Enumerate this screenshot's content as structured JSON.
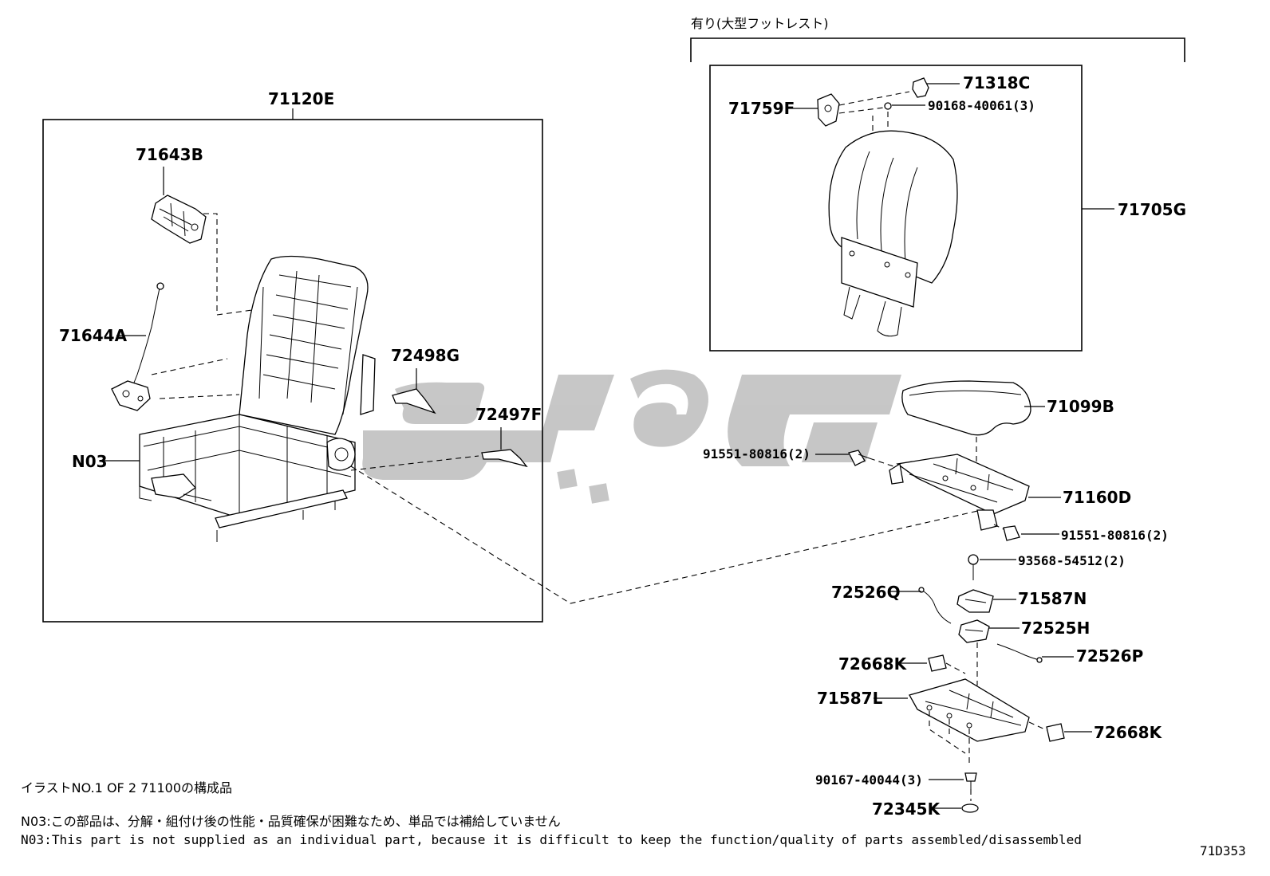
{
  "diagram": {
    "optional_group_label": "有り(大型フットレスト)",
    "part_labels": {
      "seat_assembly": "71120E",
      "p71643B": "71643B",
      "p71644A": "71644A",
      "pN03": "N03",
      "p72498G": "72498G",
      "p72497F": "72497F",
      "p71318C": "71318C",
      "p71759F": "71759F",
      "p90168": "90168-40061(3)",
      "p71705G": "71705G",
      "p71099B": "71099B",
      "p91551_a": "91551-80816(2)",
      "p71160D": "71160D",
      "p91551_b": "91551-80816(2)",
      "p93568": "93568-54512(2)",
      "p72526Q": "72526Q",
      "p71587N": "71587N",
      "p72525H": "72525H",
      "p72526P": "72526P",
      "p72668K_a": "72668K",
      "p71587L": "71587L",
      "p72668K_b": "72668K",
      "p90167": "90167-40044(3)",
      "p72345K": "72345K"
    },
    "notes": {
      "illustration": "イラストNO.1 OF 2 71100の構成品",
      "n03_jp": "N03:この部品は、分解・組付け後の性能・品質確保が困難なため、単品では補給していません",
      "n03_en": "N03:This part is not supplied as an individual part, because it is difficult to keep the function/quality of parts assembled/disassembled"
    },
    "figure_code": "71D353"
  }
}
